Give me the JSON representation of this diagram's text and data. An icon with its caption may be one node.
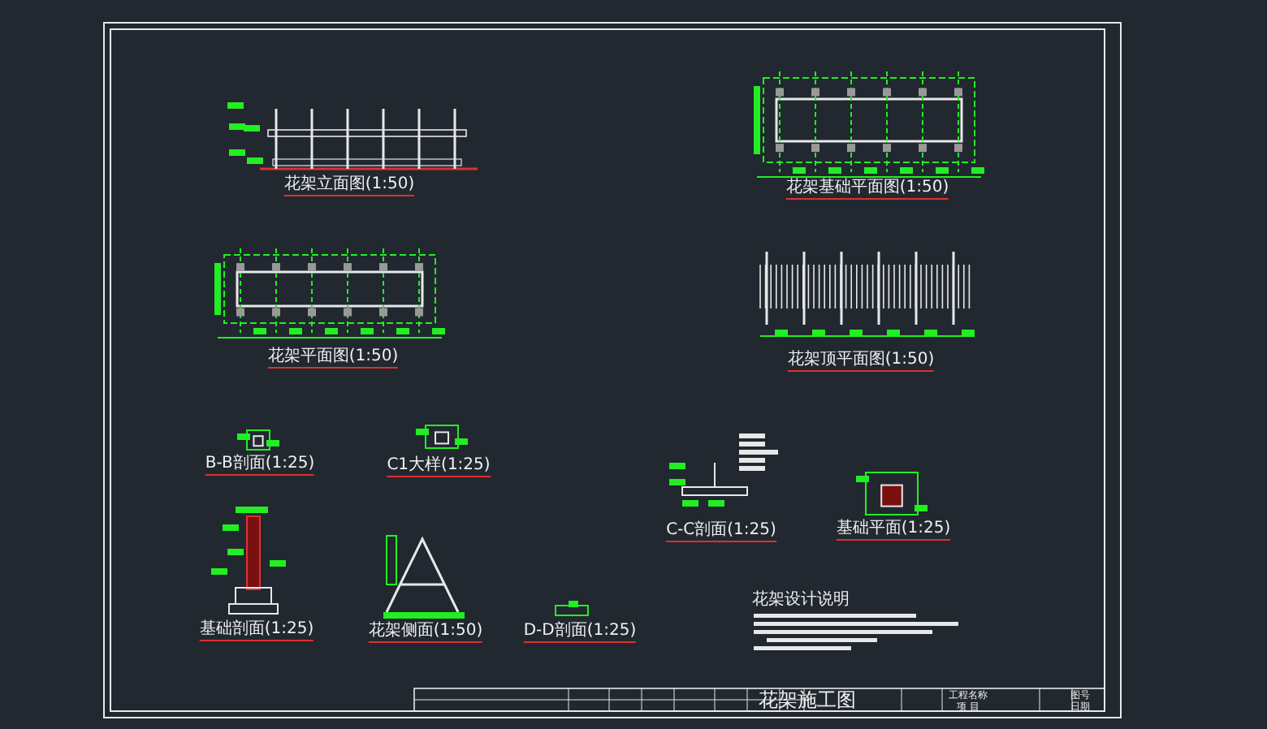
{
  "diagram": {
    "labels": [
      "花架立面图(1:50)",
      "花架基础平面图(1:50)",
      "花架平面图(1:50)",
      "花架顶平面图(1:50)",
      "B-B剖面(1:25)",
      "C1大样(1:25)",
      "C-C剖面(1:25)",
      "基础平面(1:25)",
      "基础剖面(1:25)",
      "花架侧面(1:50)",
      "D-D剖面(1:25)",
      "花架设计说明",
      "花架施工图",
      "工程名称",
      "项 目",
      "图号",
      "日期"
    ]
  }
}
